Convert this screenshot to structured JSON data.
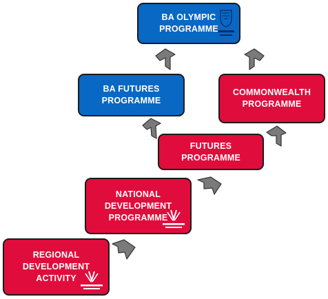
{
  "nodes": {
    "olympic": {
      "label": "BA OLYMPIC\nPROGRAMME",
      "color": "#0868c4"
    },
    "futures_ba": {
      "label": "BA FUTURES\nPROGRAMME",
      "color": "#0868c4"
    },
    "commonwealth": {
      "label": "COMMONWEALTH\nPROGRAMME",
      "color": "#e00d3c"
    },
    "futures": {
      "label": "FUTURES\nPROGRAMME",
      "color": "#e00d3c"
    },
    "national": {
      "label": "NATIONAL\nDEVELOPMENT\nPROGRAMME",
      "color": "#e00d3c"
    },
    "regional": {
      "label": "REGIONAL\nDEVELOPMENT\nACTIVITY",
      "color": "#e00d3c"
    }
  },
  "logos": {
    "british_athletics": "british-athletics-crest-icon",
    "welsh_athletics": "welsh-athletics-logo-icon"
  },
  "arrow_color": "#7a7a7a"
}
